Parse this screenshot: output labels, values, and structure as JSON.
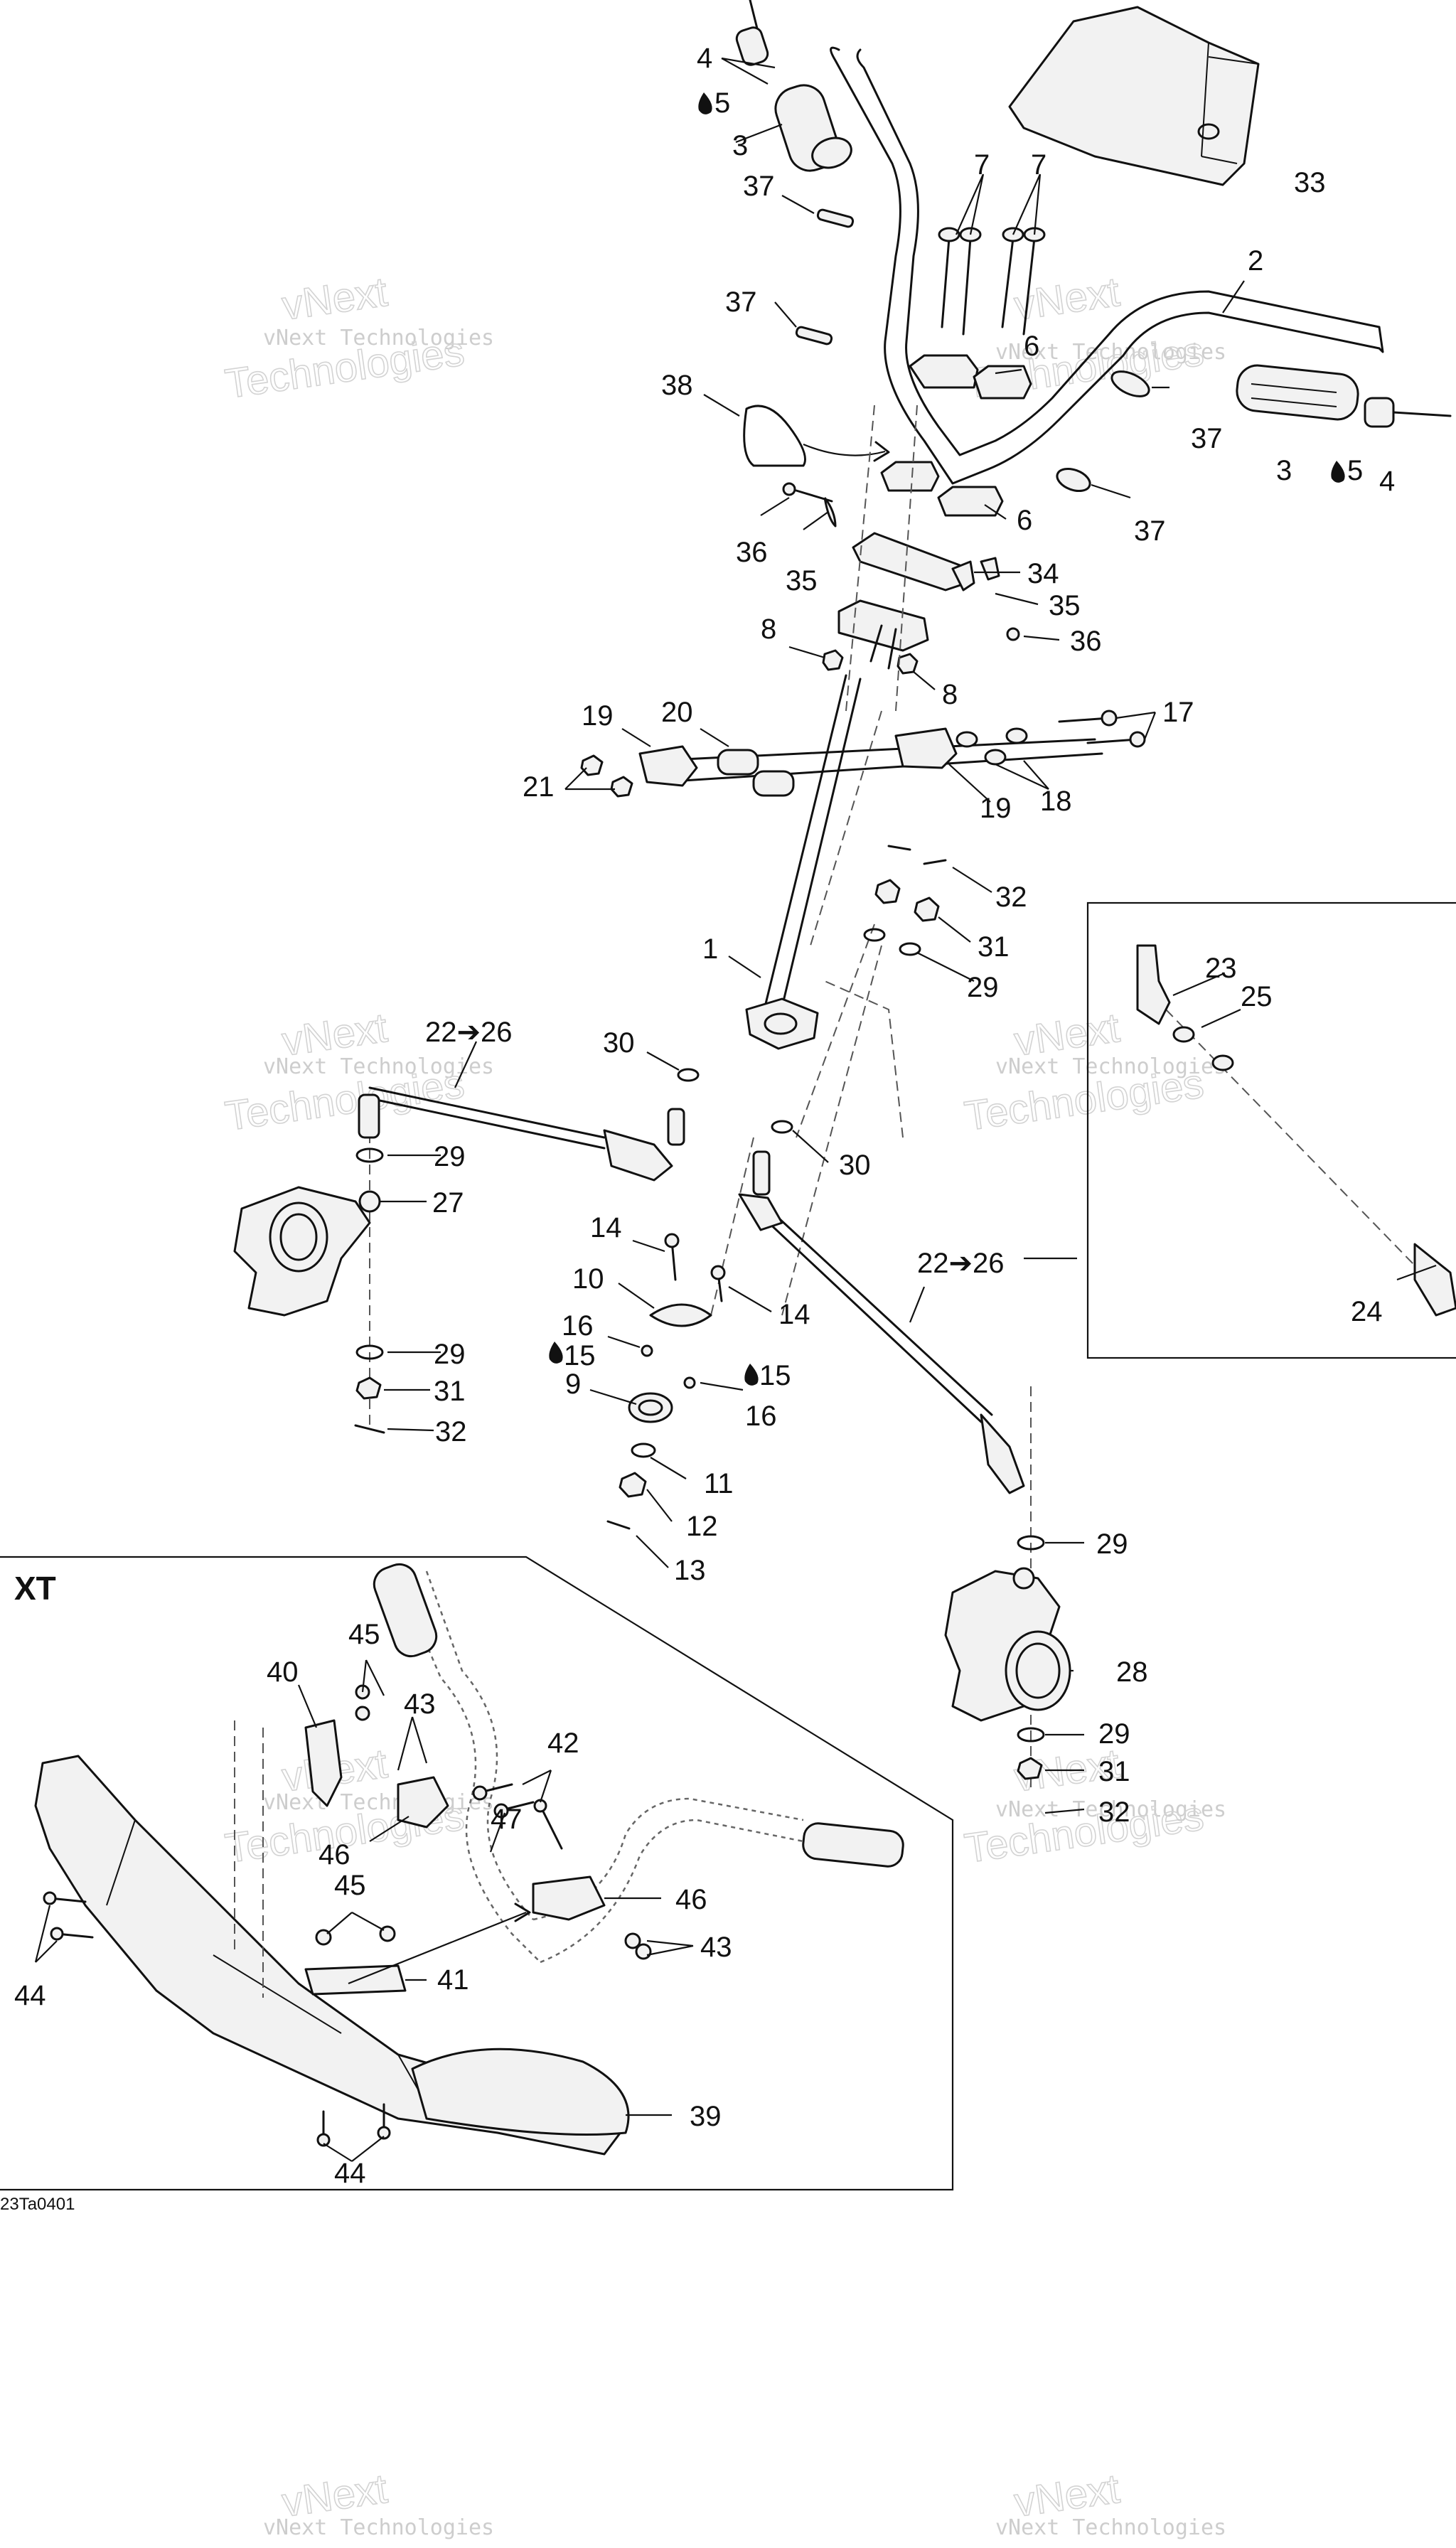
{
  "diagram": {
    "image_code": "23Ta0401",
    "inset_label": "XT",
    "watermark_line1": "vNext Technologies",
    "watermark_line2": "vNext",
    "watermark_line3": "Technologies",
    "callouts": {
      "c1": "1",
      "c2": "2",
      "c3a": "3",
      "c3b": "3",
      "c4a": "4",
      "c4b": "4",
      "c5a": "5",
      "c5b": "5",
      "c6a": "6",
      "c6b": "6",
      "c7a": "7",
      "c7b": "7",
      "c8a": "8",
      "c8b": "8",
      "c9": "9",
      "c10": "10",
      "c11": "11",
      "c12": "12",
      "c13": "13",
      "c14a": "14",
      "c14b": "14",
      "c15a": "15",
      "c15b": "15",
      "c16a": "16",
      "c16b": "16",
      "c17": "17",
      "c18": "18",
      "c19a": "19",
      "c19b": "19",
      "c20": "20",
      "c21": "21",
      "c22a": "22➔26",
      "c22b": "22➔26",
      "c23": "23",
      "c24": "24",
      "c25": "25",
      "c27": "27",
      "c28": "28",
      "c29a": "29",
      "c29b": "29",
      "c29c": "29",
      "c29d": "29",
      "c29e": "29",
      "c30a": "30",
      "c30b": "30",
      "c31a": "31",
      "c31b": "31",
      "c31c": "31",
      "c32a": "32",
      "c32b": "32",
      "c32c": "32",
      "c33": "33",
      "c34": "34",
      "c35a": "35",
      "c35b": "35",
      "c36a": "36",
      "c36b": "36",
      "c37a": "37",
      "c37b": "37",
      "c37c": "37",
      "c37d": "37",
      "c38": "38",
      "c39": "39",
      "c40": "40",
      "c41": "41",
      "c42": "42",
      "c43a": "43",
      "c43b": "43",
      "c44a": "44",
      "c44b": "44",
      "c45a": "45",
      "c45b": "45",
      "c46a": "46",
      "c46b": "46",
      "c47": "47"
    }
  }
}
